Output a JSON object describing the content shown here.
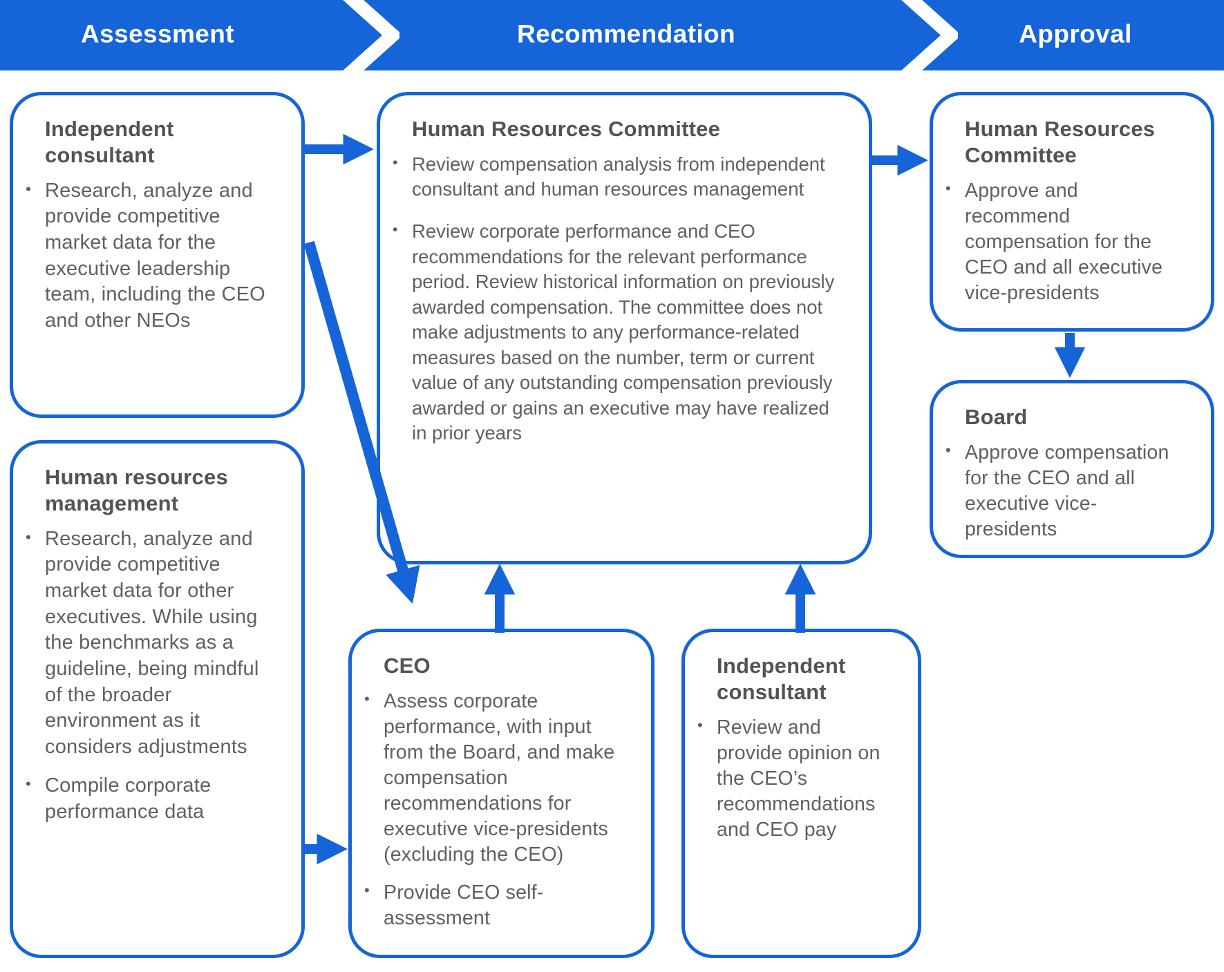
{
  "banner": {
    "phases": [
      {
        "label": "Assessment"
      },
      {
        "label": "Recommendation"
      },
      {
        "label": "Approval"
      }
    ]
  },
  "boxes": {
    "independent_consultant_top": {
      "title": "Independent consultant",
      "bullets": [
        "Research, analyze and provide competitive market data for the executive leadership team, including the CEO and other NEOs"
      ]
    },
    "hr_management": {
      "title": "Human resources management",
      "bullets": [
        "Research, analyze and provide competitive market data for other executives. While using the benchmarks as a guideline, being mindful of the broader environment as it considers adjustments",
        "Compile corporate performance data"
      ]
    },
    "hr_committee_center": {
      "title": "Human Resources Committee",
      "bullets": [
        "Review compensation analysis from independent consultant and human resources management",
        "Review corporate performance and CEO recommendations for the relevant performance period. Review historical information on previously awarded compensation. The committee does not make adjustments to any performance-related measures based on the number, term or current value of any outstanding compensation previously awarded or gains an executive may have realized in prior years"
      ]
    },
    "ceo": {
      "title": "CEO",
      "bullets": [
        "Assess corporate performance, with input from the Board, and make compensation recommendations for executive vice-presidents (excluding the CEO)",
        "Provide CEO self-assessment"
      ]
    },
    "independent_consultant_bottom": {
      "title": "Independent consultant",
      "bullets": [
        "Review and provide opinion on the CEO’s recommendations and CEO pay"
      ]
    },
    "hr_committee_right": {
      "title": "Human Resources Committee",
      "bullets": [
        "Approve and recommend compensation for the CEO and all executive vice-presidents"
      ]
    },
    "board": {
      "title": "Board",
      "bullets": [
        "Approve compensation for the CEO and all executive vice-presidents"
      ]
    }
  },
  "colors": {
    "accent_blue": "#1565d9",
    "title_gray": "#515356",
    "body_gray": "#5e6064",
    "banner_text": "#ffffff",
    "background": "#ffffff"
  }
}
